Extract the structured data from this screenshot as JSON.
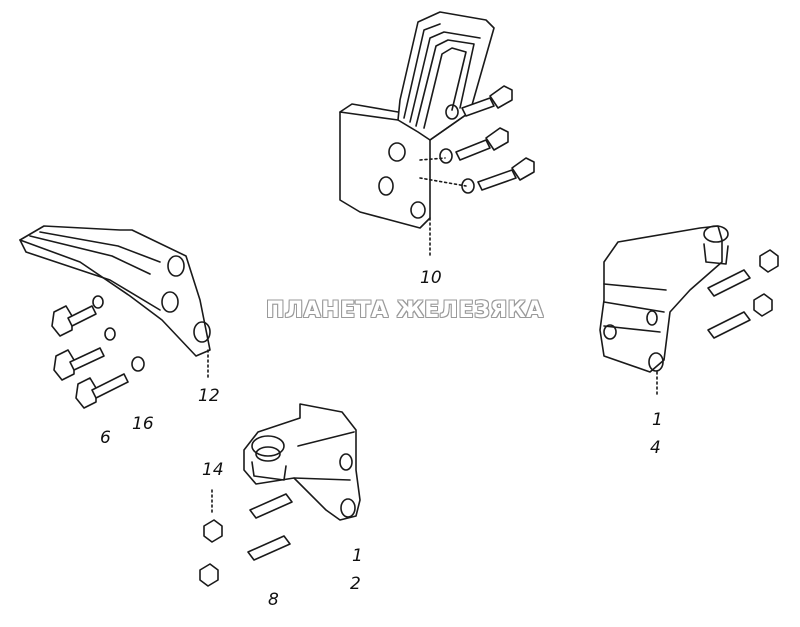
{
  "watermark": "ПЛАНЕТА ЖЕЛЕЗЯКА",
  "callouts": {
    "top_bracket": "10",
    "left_bracket": "12",
    "left_bolt": "6",
    "left_washer": "16",
    "right_part_a": "1",
    "right_part_b": "4",
    "bottom_nut": "14",
    "bottom_part_a": "1",
    "bottom_part_b": "2",
    "bottom_pin": "8"
  }
}
